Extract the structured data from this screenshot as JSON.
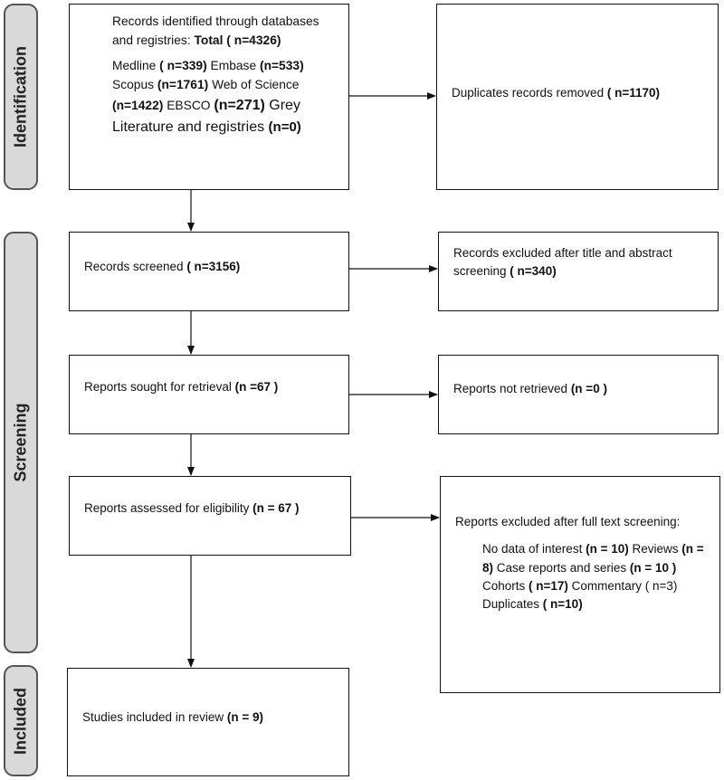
{
  "phases": {
    "identification": "Identification",
    "screening": "Screening",
    "included": "Included"
  },
  "boxes": {
    "identified": {
      "p1": [
        "Records identified through databases and registries: ",
        "Total ( n=4326)"
      ],
      "p2": [
        "Medline ",
        "( n=339)",
        " Embase ",
        "(n=533)",
        " Scopus ",
        "(n=1761)",
        " Web of Science ",
        "(n=1422)",
        " EBSCO ",
        "(n=271)",
        " Grey Literature and registries ",
        "(n=0)"
      ]
    },
    "duplicates": [
      "Duplicates records removed ",
      "( n=1170)"
    ],
    "screened": [
      "Records screened ",
      "( n=3156)"
    ],
    "excluded_title": [
      "Records excluded after title and abstract screening ",
      "( n=340)"
    ],
    "sought": [
      "Reports sought for retrieval ",
      "(n =67 )"
    ],
    "not_retrieved": [
      "Reports not retrieved ",
      "(n =0 )"
    ],
    "assessed": [
      "Reports assessed for eligibility ",
      "(n = 67 )"
    ],
    "excluded_full": {
      "heading": "Reports excluded after full text screening:",
      "items": [
        "No data of interest ",
        "(n = 10)",
        " Reviews ",
        "(n = 8)",
        " Case reports and series ",
        "(n = 10 )",
        " Cohorts ",
        "( n=17)",
        " Commentary ( n=3) ",
        " Duplicates ",
        "( n=10)"
      ]
    },
    "included": [
      "Studies included in review ",
      "(n = 9)"
    ]
  }
}
